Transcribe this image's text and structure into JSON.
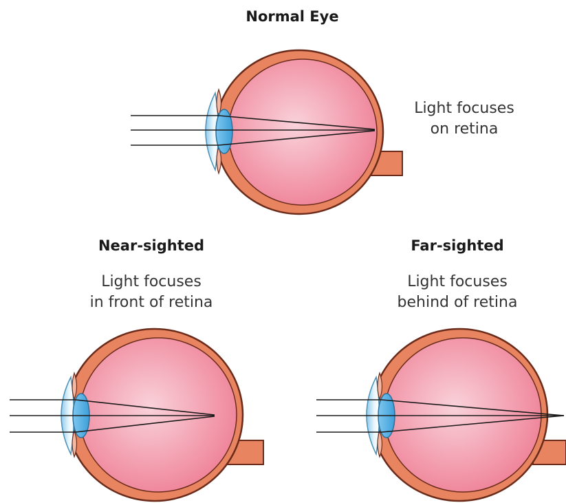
{
  "normal": {
    "title": "Normal Eye",
    "caption_line1": "Light focuses",
    "caption_line2": "on retina"
  },
  "near": {
    "title": "Near-sighted",
    "caption_line1": "Light focuses",
    "caption_line2": "in front of retina"
  },
  "far": {
    "title": "Far-sighted",
    "caption_line1": "Light focuses",
    "caption_line2": "behind of retina"
  },
  "colors": {
    "sclera": "#e8845f",
    "sclera_outline": "#6b2b1a",
    "interior": "#f07f93",
    "interior_light": "#f9d2da",
    "lens": "#5db3e6",
    "cornea": "#bfe3f5",
    "ray": "#1a1a1a"
  }
}
